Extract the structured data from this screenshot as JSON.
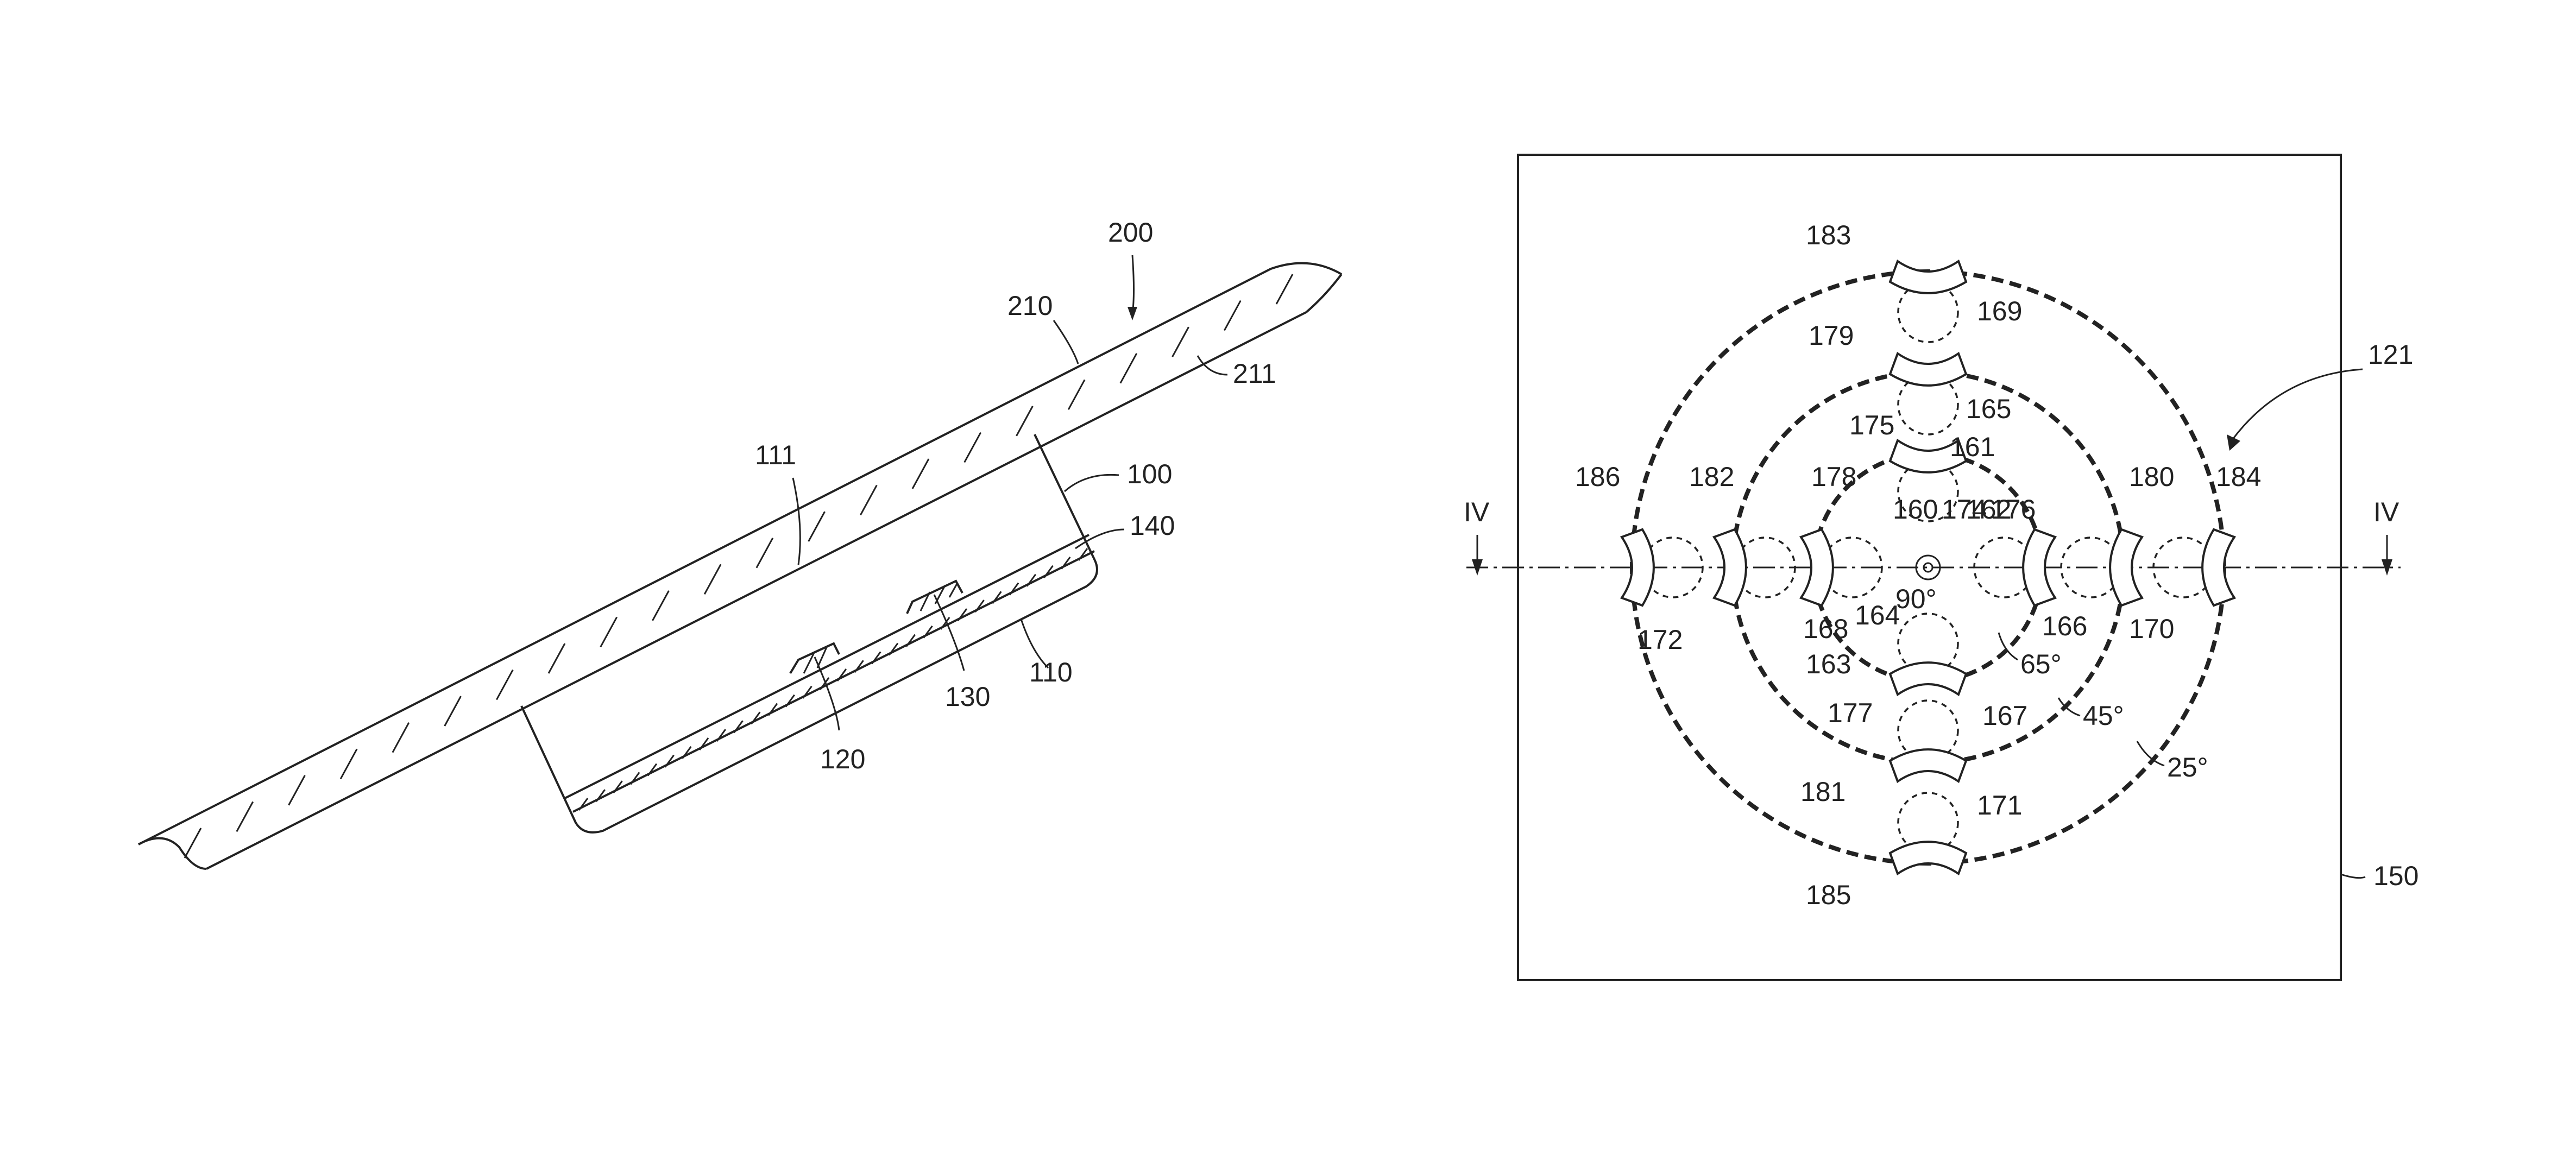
{
  "left_figure": {
    "labels": {
      "windshield": "200",
      "glass_plate": "210",
      "inner_surface": "211",
      "window": "111",
      "housing": "100",
      "cover": "140",
      "board": "110",
      "sensor_120": "120",
      "sensor_130": "130"
    }
  },
  "right_figure": {
    "labels": {
      "ref_121": "121",
      "ref_150": "150",
      "section_mark": "IV",
      "center": "160",
      "center_spot": "174",
      "spots": [
        "161",
        "162",
        "163",
        "164",
        "165",
        "166",
        "167",
        "168",
        "169",
        "170",
        "171",
        "172"
      ],
      "arcs": [
        "175",
        "176",
        "177",
        "178",
        "179",
        "180",
        "181",
        "182",
        "183",
        "184",
        "185",
        "186"
      ],
      "angle_90": "90°",
      "angle_65": "65°",
      "angle_45": "45°",
      "angle_25": "25°"
    }
  }
}
